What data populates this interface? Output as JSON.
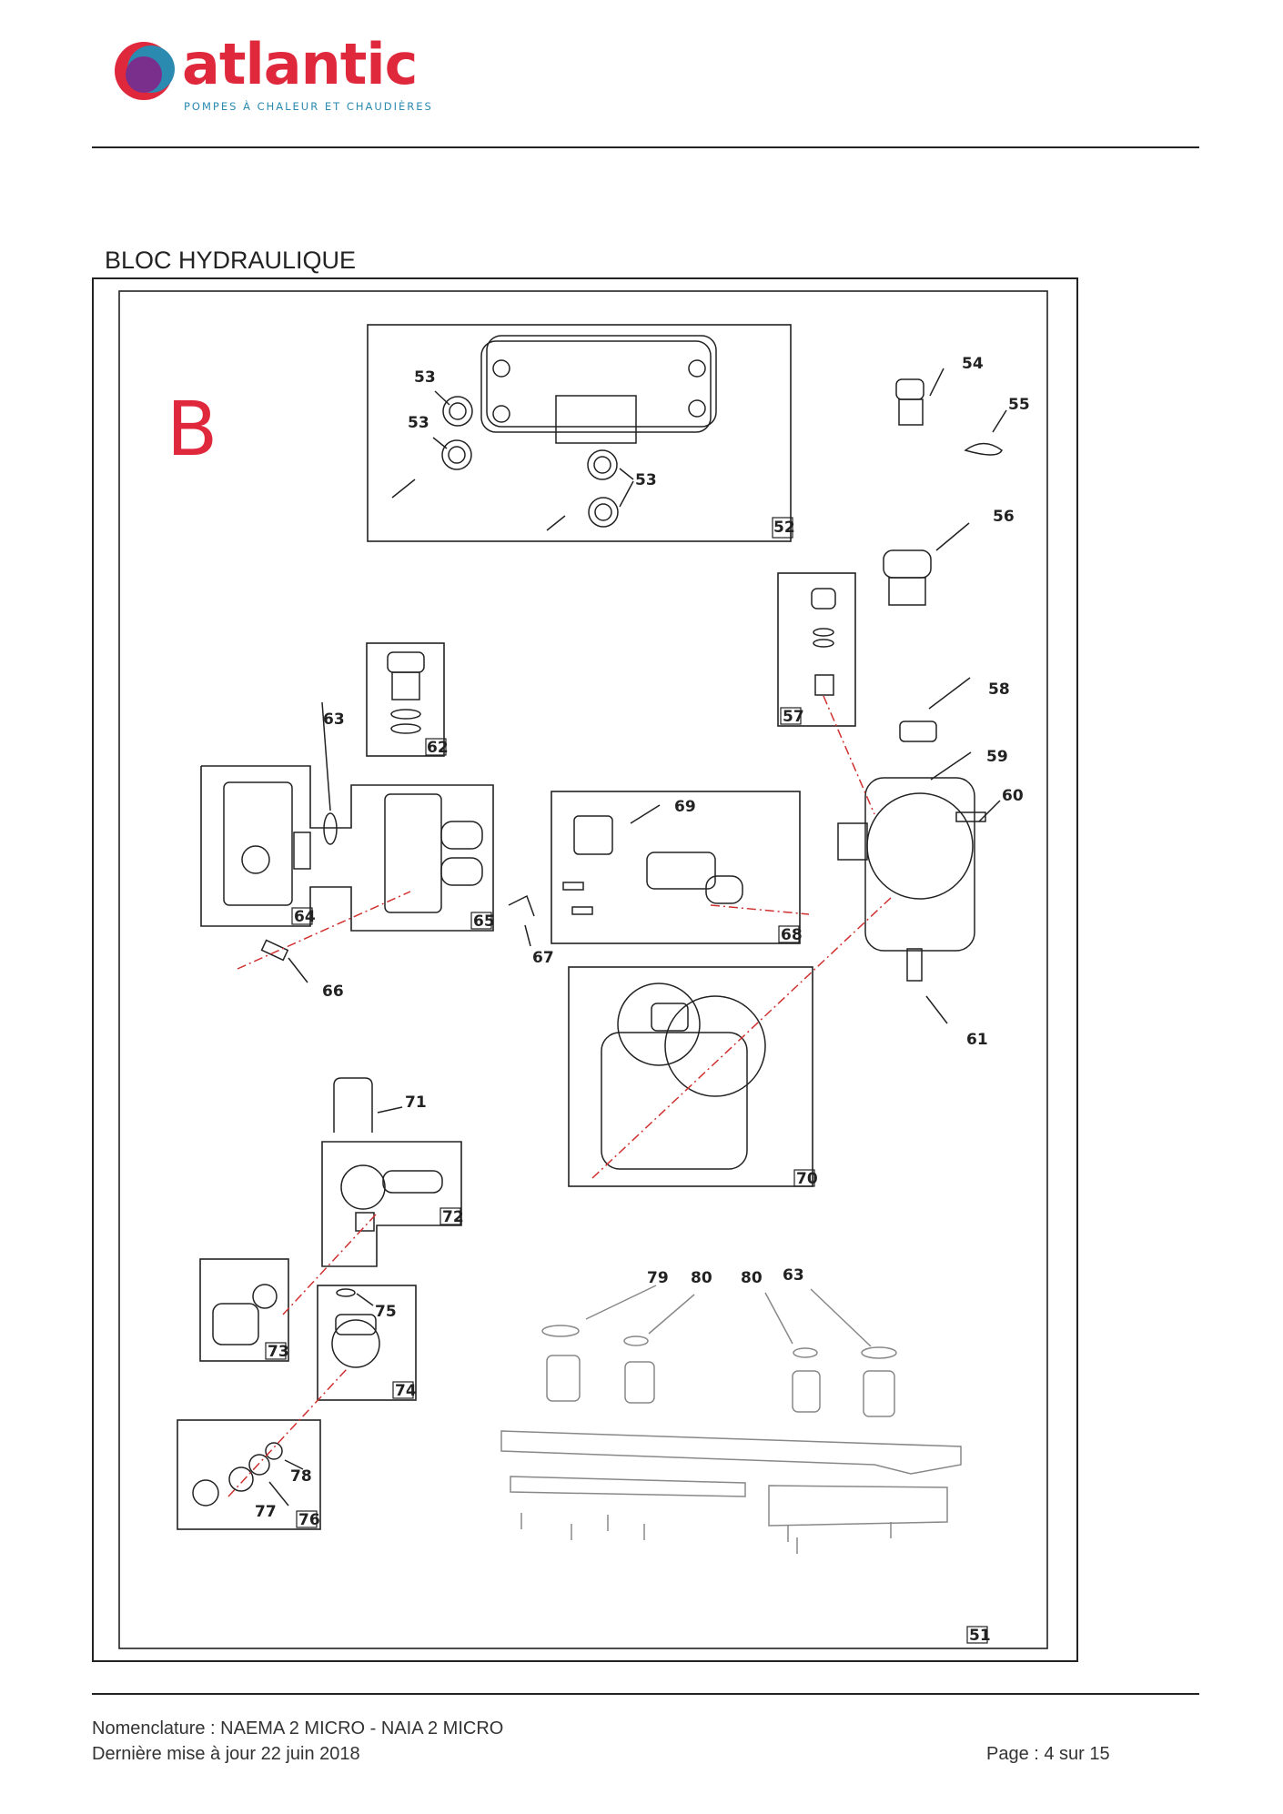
{
  "brand": {
    "name": "atlantic",
    "tagline": "POMPES À CHALEUR ET CHAUDIÈRES",
    "colors": {
      "red": "#e0283c",
      "blue": "#2a8ab0",
      "purple": "#7a2f8c"
    }
  },
  "section": {
    "title": "BLOC HYDRAULIQUE"
  },
  "diagram": {
    "group_letter": "B",
    "part_labels": {
      "p51": "51",
      "p52": "52",
      "p53a": "53",
      "p53b": "53",
      "p53c": "53",
      "p54": "54",
      "p55": "55",
      "p56": "56",
      "p57": "57",
      "p58": "58",
      "p59": "59",
      "p60": "60",
      "p61": "61",
      "p62": "62",
      "p63": "63",
      "p64": "64",
      "p65": "65",
      "p66": "66",
      "p67": "67",
      "p68": "68",
      "p69": "69",
      "p70": "70",
      "p71": "71",
      "p72": "72",
      "p73": "73",
      "p74": "74",
      "p75": "75",
      "p76": "76",
      "p77": "77",
      "p78": "78",
      "p79": "79",
      "p80a": "80",
      "p80b": "80",
      "p63b": "63"
    }
  },
  "footer": {
    "nomenclature": "Nomenclature : NAEMA 2 MICRO - NAIA 2 MICRO",
    "updated": "Dernière mise à jour 22 juin 2018",
    "page": "Page : 4 sur 15"
  }
}
